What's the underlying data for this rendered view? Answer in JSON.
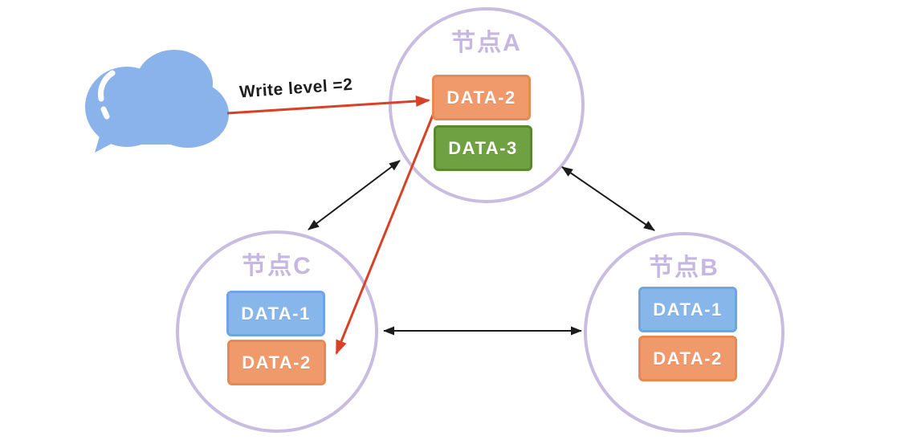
{
  "diagram": {
    "title_implicit": "",
    "annotation": {
      "write_label": "Write level =2"
    },
    "cloud": {
      "name": "client-cloud"
    },
    "nodes": [
      {
        "id": "A",
        "label": "节点A",
        "blocks": [
          {
            "label": "DATA-2",
            "variant": "orange"
          },
          {
            "label": "DATA-3",
            "variant": "green"
          }
        ]
      },
      {
        "id": "C",
        "label": "节点C",
        "blocks": [
          {
            "label": "DATA-1",
            "variant": "blue"
          },
          {
            "label": "DATA-2",
            "variant": "orange"
          }
        ]
      },
      {
        "id": "B",
        "label": "节点B",
        "blocks": [
          {
            "label": "DATA-1",
            "variant": "blue"
          },
          {
            "label": "DATA-2",
            "variant": "orange"
          }
        ]
      }
    ],
    "edges": [
      {
        "from": "client-cloud",
        "to": "节点A.DATA-2",
        "style": "red-arrow",
        "label": "Write level =2"
      },
      {
        "from": "节点A.DATA-2",
        "to": "节点C.DATA-2",
        "style": "red-arrow",
        "label": ""
      },
      {
        "from": "节点A",
        "to": "节点C",
        "style": "black-double-arrow",
        "label": ""
      },
      {
        "from": "节点A",
        "to": "节点B",
        "style": "black-double-arrow",
        "label": ""
      },
      {
        "from": "节点C",
        "to": "节点B",
        "style": "black-double-arrow",
        "label": ""
      }
    ],
    "colors": {
      "node_border": "#c9bce1",
      "node_label": "#c5b7e1",
      "block_orange": "#f0996b",
      "block_orange_border": "#e68a55",
      "block_green": "#6fa041",
      "block_green_border": "#578a2e",
      "block_blue": "#86b6ea",
      "block_blue_border": "#6fa5e2",
      "cloud_blue": "#8bb3eb",
      "arrow_red": "#d64227",
      "arrow_black": "#1c1c1c",
      "background": "#ffffff"
    }
  }
}
